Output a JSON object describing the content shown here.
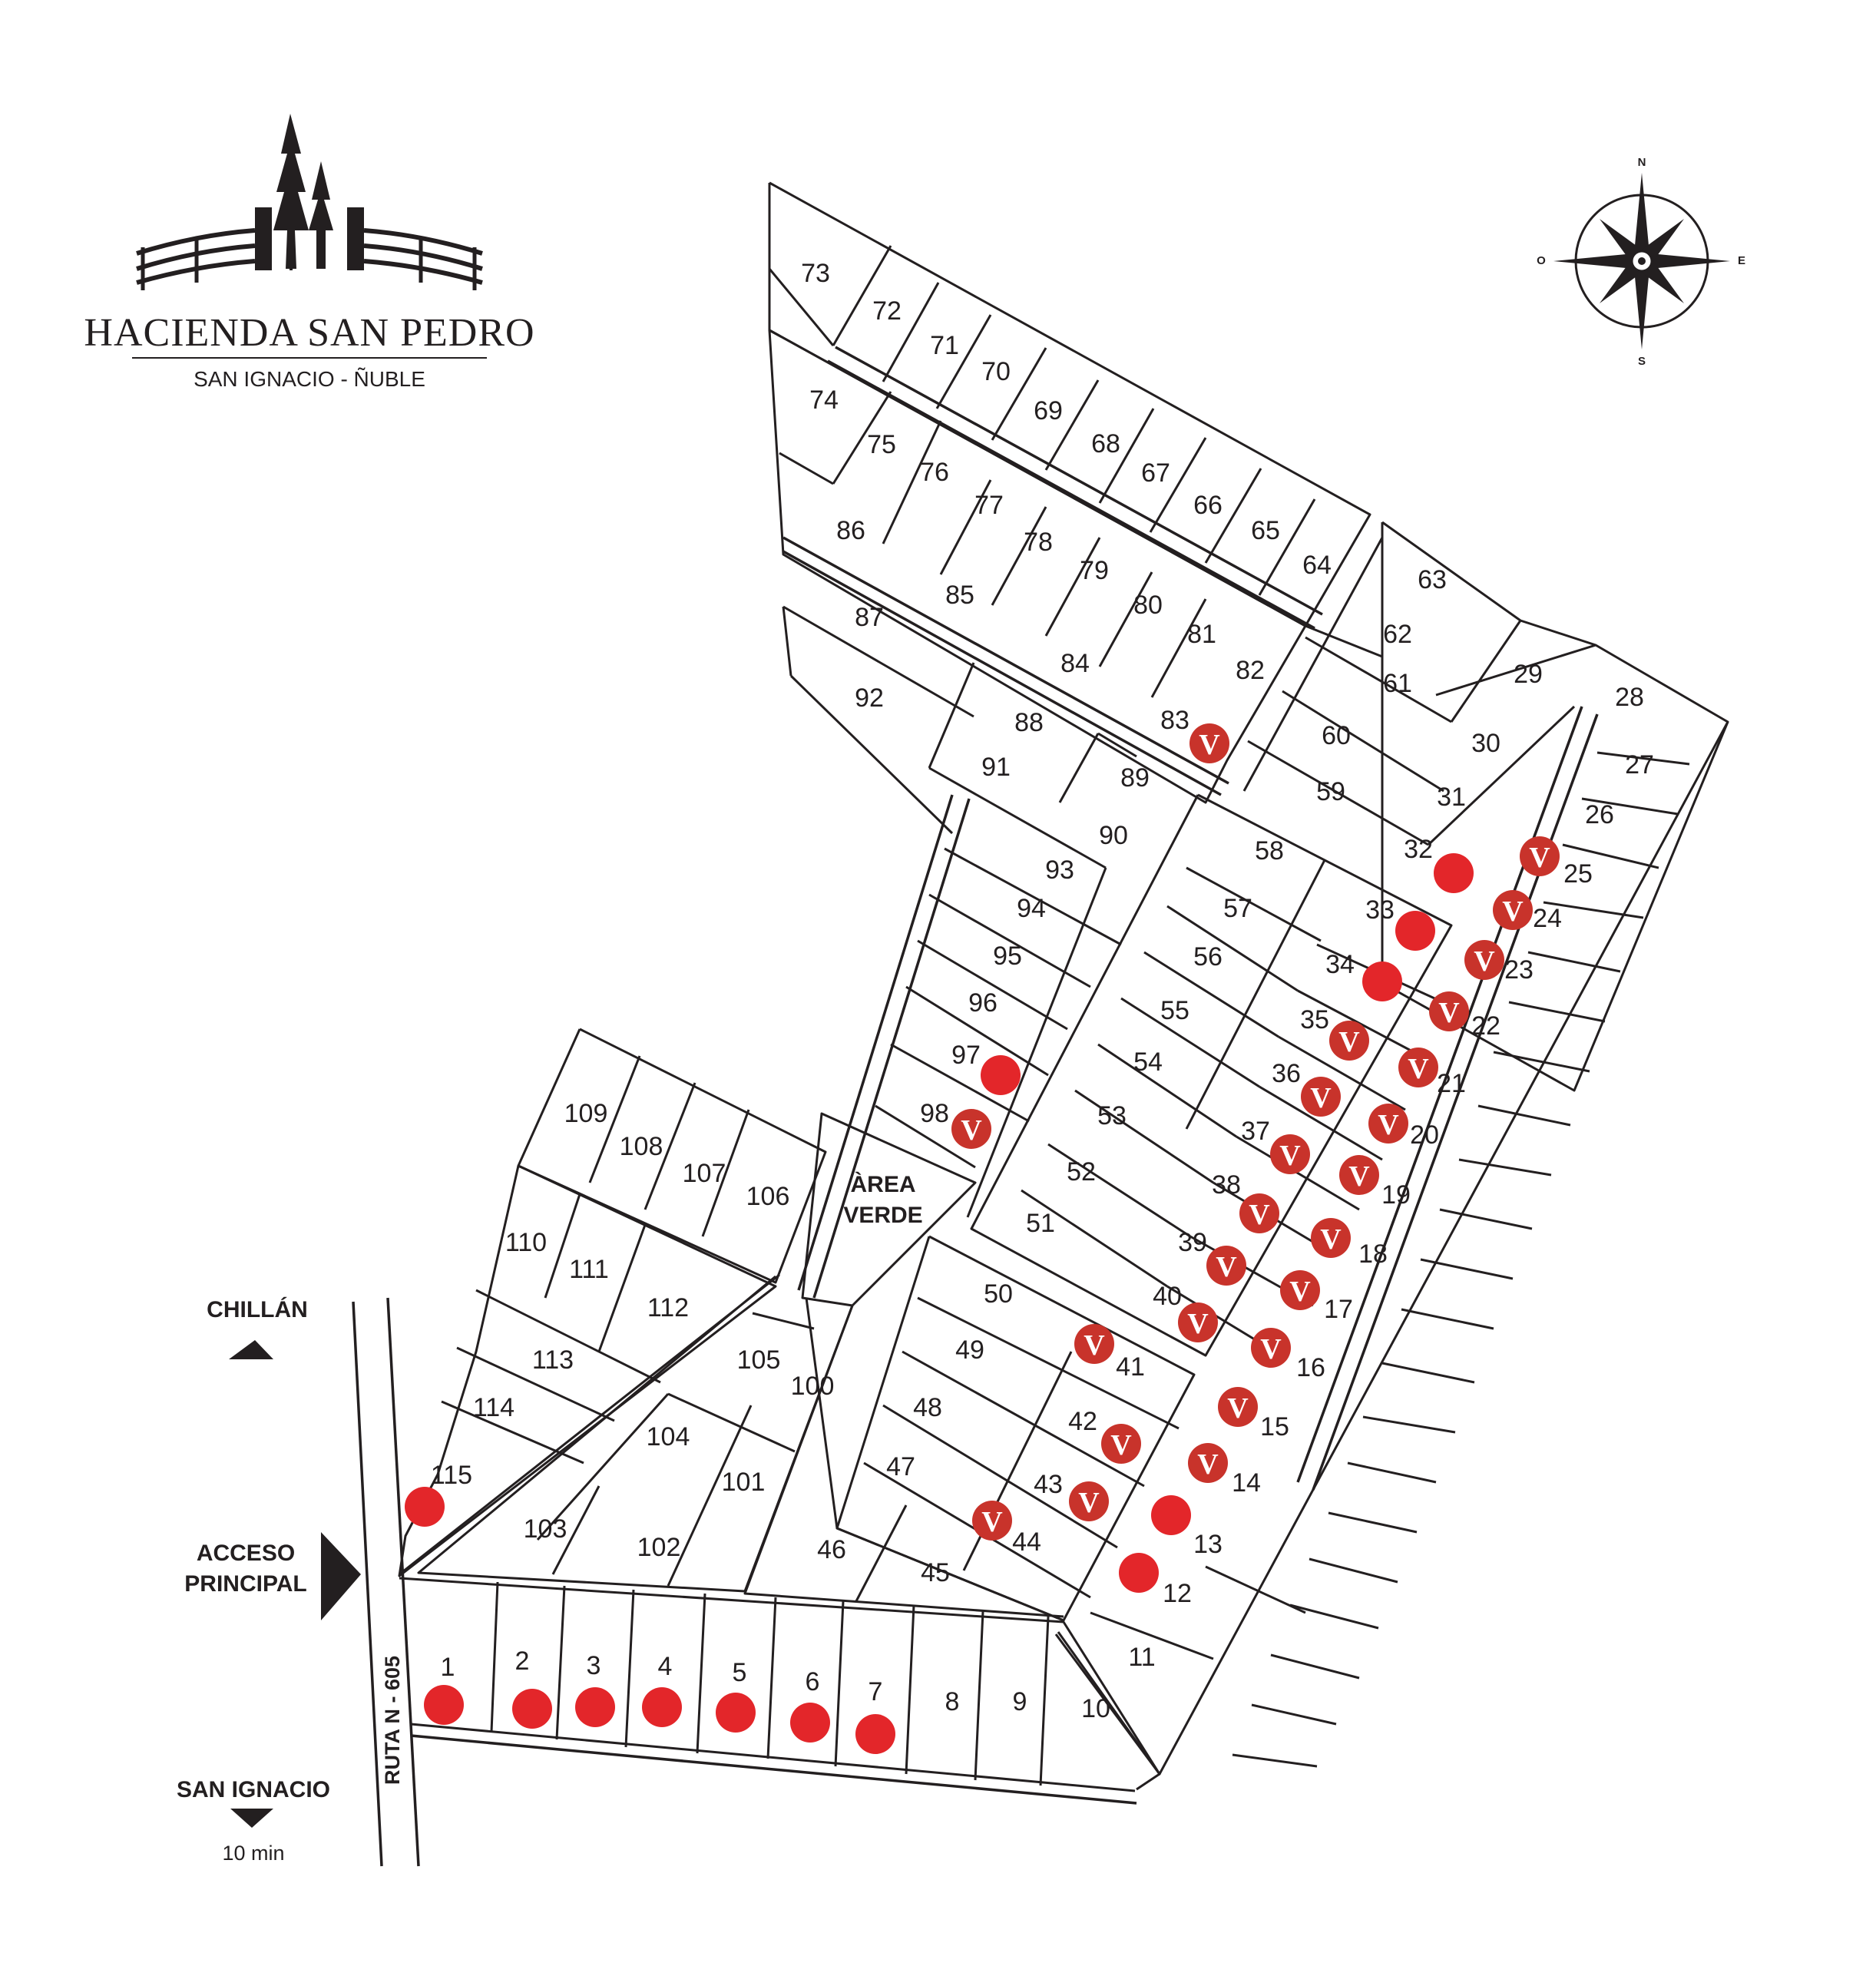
{
  "brand": {
    "name": "Hacienda San Pedro",
    "name_display": "HACIENDA SAN PEDRO",
    "location": "SAN IGNACIO - ÑUBLE"
  },
  "compass": {
    "n": "N",
    "s": "S",
    "e": "E",
    "o": "O"
  },
  "labels": {
    "chillan": "CHILLÁN",
    "acceso_1": "ACCESO",
    "acceso_2": "PRINCIPAL",
    "ruta": "RUTA N - 605",
    "san_ignacio": "SAN IGNACIO",
    "minutes": "10 min",
    "area_1": "ÀREA",
    "area_2": "VERDE"
  },
  "colors": {
    "sold": "#e3262a",
    "reserved": "#c8332b",
    "ink": "#231f20"
  },
  "legend": {
    "reserved_glyph": "V"
  },
  "lots": [
    {
      "n": "1",
      "status": "sold"
    },
    {
      "n": "2",
      "status": "sold"
    },
    {
      "n": "3",
      "status": "sold"
    },
    {
      "n": "4",
      "status": "sold"
    },
    {
      "n": "5",
      "status": "sold"
    },
    {
      "n": "6",
      "status": "sold"
    },
    {
      "n": "7",
      "status": "sold"
    },
    {
      "n": "8",
      "status": ""
    },
    {
      "n": "9",
      "status": ""
    },
    {
      "n": "10",
      "status": ""
    },
    {
      "n": "11",
      "status": ""
    },
    {
      "n": "12",
      "status": "sold"
    },
    {
      "n": "13",
      "status": "sold"
    },
    {
      "n": "14",
      "status": "reserved"
    },
    {
      "n": "15",
      "status": "reserved"
    },
    {
      "n": "16",
      "status": "reserved"
    },
    {
      "n": "17",
      "status": "reserved"
    },
    {
      "n": "18",
      "status": "reserved"
    },
    {
      "n": "19",
      "status": "reserved"
    },
    {
      "n": "20",
      "status": "reserved"
    },
    {
      "n": "21",
      "status": "reserved"
    },
    {
      "n": "22",
      "status": "reserved"
    },
    {
      "n": "23",
      "status": "reserved"
    },
    {
      "n": "24",
      "status": "reserved"
    },
    {
      "n": "25",
      "status": "reserved"
    },
    {
      "n": "26",
      "status": ""
    },
    {
      "n": "27",
      "status": ""
    },
    {
      "n": "28",
      "status": ""
    },
    {
      "n": "29",
      "status": ""
    },
    {
      "n": "30",
      "status": ""
    },
    {
      "n": "31",
      "status": ""
    },
    {
      "n": "32",
      "status": "sold"
    },
    {
      "n": "33",
      "status": "sold"
    },
    {
      "n": "34",
      "status": "sold"
    },
    {
      "n": "35",
      "status": "reserved"
    },
    {
      "n": "36",
      "status": "reserved"
    },
    {
      "n": "37",
      "status": "reserved"
    },
    {
      "n": "38",
      "status": "reserved"
    },
    {
      "n": "39",
      "status": "reserved"
    },
    {
      "n": "40",
      "status": "reserved"
    },
    {
      "n": "41",
      "status": "reserved"
    },
    {
      "n": "42",
      "status": "reserved"
    },
    {
      "n": "43",
      "status": "reserved"
    },
    {
      "n": "44",
      "status": "reserved"
    },
    {
      "n": "45",
      "status": ""
    },
    {
      "n": "46",
      "status": ""
    },
    {
      "n": "47",
      "status": ""
    },
    {
      "n": "48",
      "status": ""
    },
    {
      "n": "49",
      "status": ""
    },
    {
      "n": "50",
      "status": ""
    },
    {
      "n": "51",
      "status": ""
    },
    {
      "n": "52",
      "status": ""
    },
    {
      "n": "53",
      "status": ""
    },
    {
      "n": "54",
      "status": ""
    },
    {
      "n": "55",
      "status": ""
    },
    {
      "n": "56",
      "status": ""
    },
    {
      "n": "57",
      "status": ""
    },
    {
      "n": "58",
      "status": ""
    },
    {
      "n": "59",
      "status": ""
    },
    {
      "n": "60",
      "status": ""
    },
    {
      "n": "61",
      "status": ""
    },
    {
      "n": "62",
      "status": ""
    },
    {
      "n": "63",
      "status": ""
    },
    {
      "n": "64",
      "status": ""
    },
    {
      "n": "65",
      "status": ""
    },
    {
      "n": "66",
      "status": ""
    },
    {
      "n": "67",
      "status": ""
    },
    {
      "n": "68",
      "status": ""
    },
    {
      "n": "69",
      "status": ""
    },
    {
      "n": "70",
      "status": ""
    },
    {
      "n": "71",
      "status": ""
    },
    {
      "n": "72",
      "status": ""
    },
    {
      "n": "73",
      "status": ""
    },
    {
      "n": "74",
      "status": ""
    },
    {
      "n": "75",
      "status": ""
    },
    {
      "n": "76",
      "status": ""
    },
    {
      "n": "77",
      "status": ""
    },
    {
      "n": "78",
      "status": ""
    },
    {
      "n": "79",
      "status": ""
    },
    {
      "n": "80",
      "status": ""
    },
    {
      "n": "81",
      "status": ""
    },
    {
      "n": "82",
      "status": ""
    },
    {
      "n": "83",
      "status": "reserved"
    },
    {
      "n": "84",
      "status": ""
    },
    {
      "n": "85",
      "status": ""
    },
    {
      "n": "86",
      "status": ""
    },
    {
      "n": "87",
      "status": ""
    },
    {
      "n": "88",
      "status": ""
    },
    {
      "n": "89",
      "status": ""
    },
    {
      "n": "90",
      "status": ""
    },
    {
      "n": "91",
      "status": ""
    },
    {
      "n": "92",
      "status": ""
    },
    {
      "n": "93",
      "status": ""
    },
    {
      "n": "94",
      "status": ""
    },
    {
      "n": "95",
      "status": ""
    },
    {
      "n": "96",
      "status": ""
    },
    {
      "n": "97",
      "status": "sold"
    },
    {
      "n": "98",
      "status": "reserved"
    },
    {
      "n": "100",
      "status": ""
    },
    {
      "n": "101",
      "status": ""
    },
    {
      "n": "102",
      "status": ""
    },
    {
      "n": "103",
      "status": ""
    },
    {
      "n": "104",
      "status": ""
    },
    {
      "n": "105",
      "status": ""
    },
    {
      "n": "106",
      "status": ""
    },
    {
      "n": "107",
      "status": ""
    },
    {
      "n": "108",
      "status": ""
    },
    {
      "n": "109",
      "status": ""
    },
    {
      "n": "110",
      "status": ""
    },
    {
      "n": "111",
      "status": ""
    },
    {
      "n": "112",
      "status": ""
    },
    {
      "n": "113",
      "status": ""
    },
    {
      "n": "114",
      "status": ""
    },
    {
      "n": "115",
      "status": "sold"
    }
  ]
}
